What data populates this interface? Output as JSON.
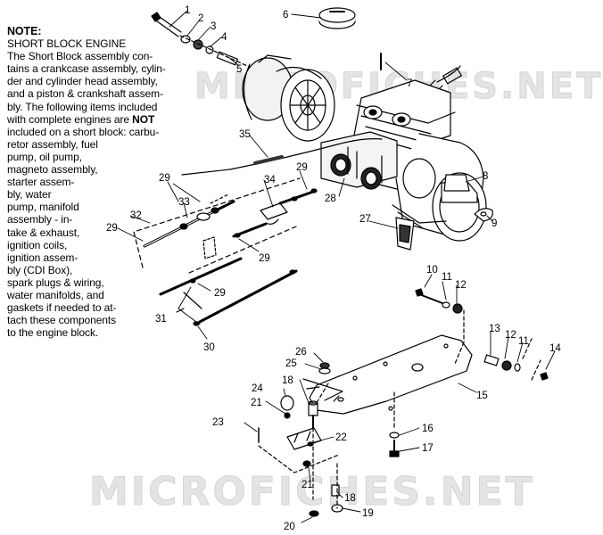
{
  "note": {
    "heading": "NOTE:",
    "lines": [
      "SHORT BLOCK ENGINE",
      "The Short Block assembly con-",
      "tains a crankcase assembly, cylin-",
      "der and cylinder head assembly,",
      "and a piston & crankshaft assem-",
      "bly.  The following items included",
      "with complete engines are ",
      "included on a short block:  carbu-",
      "retor assembly, fuel",
      "pump, oil pump,",
      "magneto assembly,",
      "starter assem-",
      "bly, water",
      "pump, manifold",
      "assembly - in-",
      "take & exhaust,",
      "ignition coils,",
      "ignition assem-",
      "bly (CDI Box),",
      "spark plugs & wiring,",
      "water manifolds, and",
      "gaskets if needed to at-",
      "tach these components",
      "to the engine block."
    ],
    "emphasis": "NOT"
  },
  "watermarks": [
    "MICROFICHES.NET",
    "MICROFICHES.NET"
  ],
  "callouts": [
    "1",
    "2",
    "3",
    "4",
    "5",
    "6",
    "7",
    "35",
    "8",
    "9",
    "28",
    "27",
    "29",
    "29",
    "33",
    "34",
    "32",
    "29",
    "29",
    "29",
    "31",
    "30",
    "10",
    "11",
    "12",
    "13",
    "12",
    "11",
    "14",
    "26",
    "25",
    "15",
    "18",
    "24",
    "21",
    "23",
    "22",
    "16",
    "17",
    "21",
    "18",
    "19",
    "20"
  ]
}
